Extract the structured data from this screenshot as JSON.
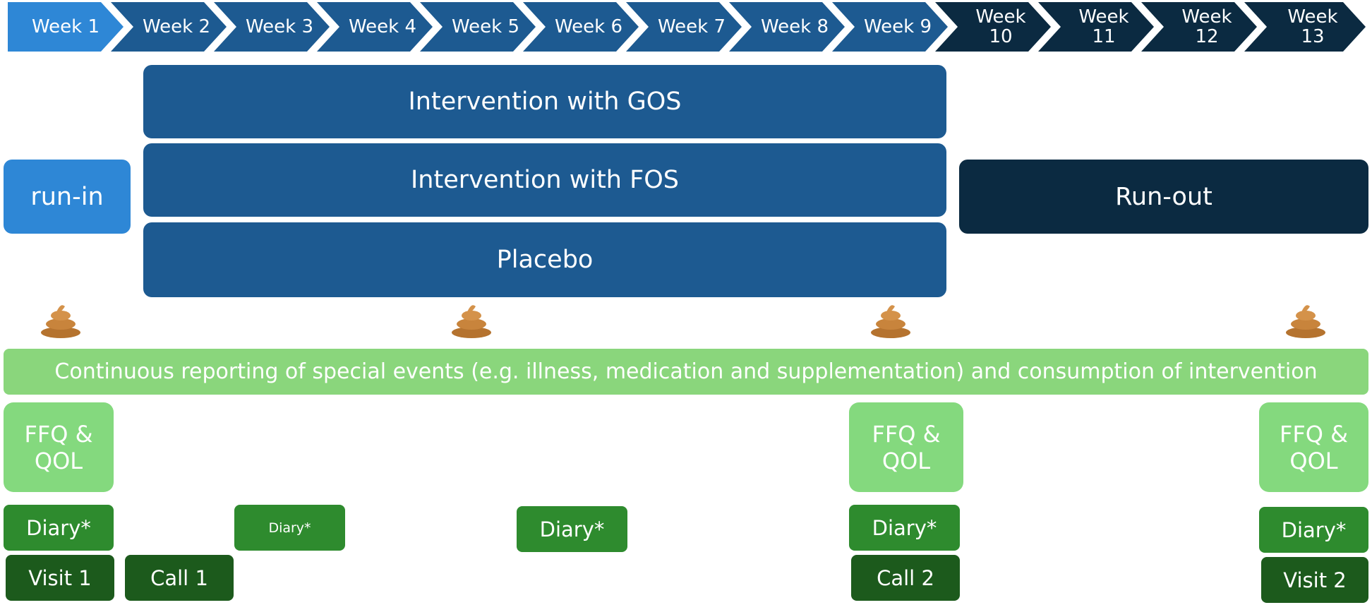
{
  "weeks": [
    "Week 1",
    "Week 2",
    "Week 3",
    "Week 4",
    "Week 5",
    "Week 6",
    "Week 7",
    "Week 8",
    "Week 9",
    "Week\n10",
    "Week\n11",
    "Week\n12",
    "Week\n13"
  ],
  "arms": {
    "run_in": "run-in",
    "gos": "Intervention with GOS",
    "fos": "Intervention with FOS",
    "placebo": "Placebo",
    "run_out": "Run-out"
  },
  "reporting": "Continuous reporting of special events (e.g. illness, medication and supplementation) and consumption of intervention",
  "questionnaires": [
    "FFQ &\nQOL",
    "FFQ &\nQOL",
    "FFQ &\nQOL"
  ],
  "diaries": [
    "Diary*",
    "Diary*",
    "Diary*",
    "Diary*",
    "Diary*"
  ],
  "contacts": {
    "visit1": "Visit 1",
    "call1": "Call 1",
    "call2": "Call 2",
    "visit2": "Visit 2"
  },
  "icons": [
    "stool-sample-icon",
    "stool-sample-icon",
    "stool-sample-icon",
    "stool-sample-icon"
  ],
  "colors": {
    "light_blue": "#2e87d6",
    "mid_blue": "#1d5a91",
    "dark_navy": "#0b2a41",
    "light_green": "#8ad67c",
    "green": "#2e8b2e",
    "dark_green": "#1c5a1c",
    "stool": "#c8843c"
  }
}
